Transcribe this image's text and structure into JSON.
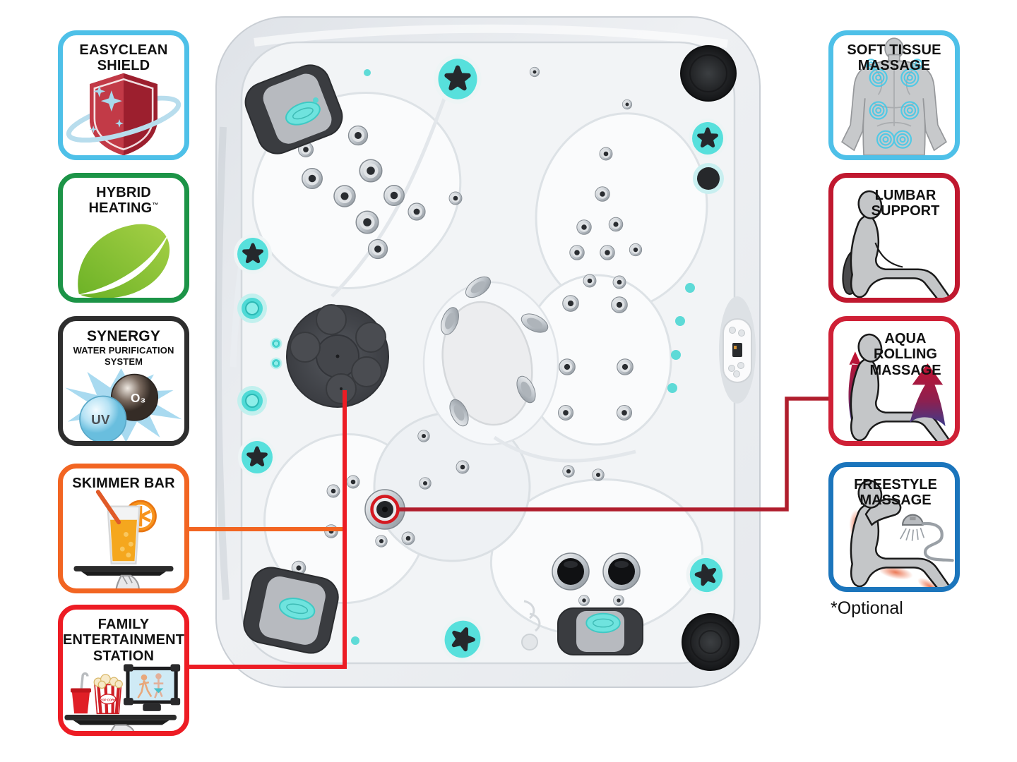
{
  "optional_note": "*Optional",
  "left_badges": [
    {
      "id": "easyclean-shield",
      "lines": [
        "EASYCLEAN",
        "SHIELD"
      ]
    },
    {
      "id": "hybrid-heating",
      "lines": [
        "HYBRID",
        "HEATING"
      ],
      "trademark": "™"
    },
    {
      "id": "synergy-water-purification",
      "lines": [
        "SYNERGY",
        "WATER PURIFICATION",
        "SYSTEM"
      ],
      "bubbles": {
        "o3": "O₃",
        "uv": "UV"
      }
    },
    {
      "id": "skimmer-bar",
      "lines": [
        "SKIMMER BAR"
      ]
    },
    {
      "id": "family-entertainment-station",
      "lines": [
        "FAMILY",
        "ENTERTAINMENT",
        "STATION"
      ],
      "popcorn_label": "POP CORN"
    }
  ],
  "right_badges": [
    {
      "id": "soft-tissue-massage",
      "lines": [
        "SOFT TISSUE",
        "MASSAGE"
      ]
    },
    {
      "id": "lumbar-support",
      "lines": [
        "LUMBAR",
        "SUPPORT"
      ]
    },
    {
      "id": "aqua-rolling-massage",
      "lines": [
        "AQUA",
        "ROLLING",
        "MASSAGE"
      ]
    },
    {
      "id": "freestyle-massage",
      "lines": [
        "FREESTYLE",
        "MASSAGE"
      ]
    }
  ],
  "colors": {
    "easyclean_border": "#4ec0e8",
    "hybrid_border": "#1c9447",
    "synergy_border": "#2e2e2e",
    "skimmer_border": "#f26522",
    "family_border": "#ed1c24",
    "soft_tissue_border": "#4ec0e8",
    "lumbar_border": "#c0182f",
    "aqua_border": "#cf2036",
    "freestyle_border": "#1b75bc",
    "skimmer_connector": "#f26522",
    "family_connector": "#ec1c24",
    "aqua_connector": "#b01e2d",
    "jet_glow": "#57e0dc"
  }
}
